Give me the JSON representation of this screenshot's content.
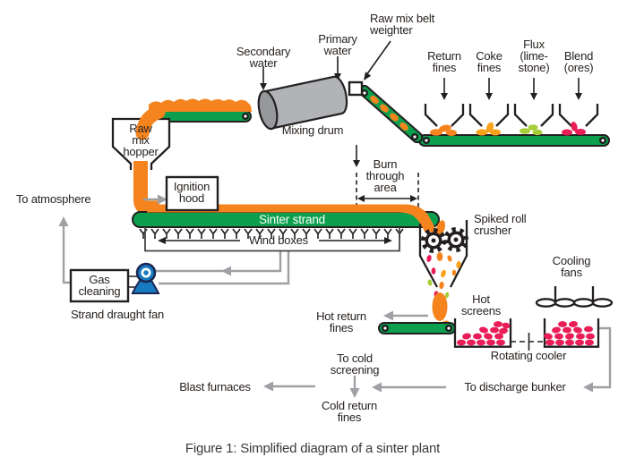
{
  "labels": {
    "secondary_water": "Secondary\nwater",
    "primary_water": "Primary\nwater",
    "raw_mix_belt_weighter": "Raw mix belt\nweighter",
    "mixing_drum": "Mixing drum",
    "return_fines": "Return\nfines",
    "coke_fines": "Coke\nfines",
    "flux_limestone": "Flux\n(lime-\nstone)",
    "blend_ores": "Blend\n(ores)",
    "raw_mix_hopper": "Raw\nmix\nhopper",
    "to_atmosphere": "To atmosphere",
    "ignition_hood": "Ignition\nhood",
    "sinter_strand": "Sinter strand",
    "burn_through_area": "Burn\nthrough\narea",
    "wind_boxes": "Wind boxes",
    "spiked_roll_crusher": "Spiked roll\ncrusher",
    "gas_cleaning": "Gas\ncleaning",
    "strand_draught_fan": "Strand draught fan",
    "cooling_fans": "Cooling\nfans",
    "hot_screens": "Hot\nscreens",
    "hot_return_fines": "Hot return\nfines",
    "rotating_cooler": "Rotating cooler",
    "to_cold_screening": "To cold\nscreening",
    "cold_return_fines": "Cold return\nfines",
    "blast_furnaces": "Blast furnaces",
    "to_discharge_bunker": "To discharge bunker",
    "caption": "Figure 1: Simplified diagram of a sinter plant"
  },
  "colors": {
    "belt_green": "#0CA04E",
    "material_orange": "#F5841F",
    "coke_yellow": "#F9A11B",
    "flux_green": "#A6CE39",
    "ore_crimson": "#EA1D57",
    "drum_gray": "#B1B3B6",
    "drum_face_gray": "#96989B",
    "fan_blue": "#1779BF",
    "fan_outline": "#1B2653",
    "pipe_gray": "#9EA0A3",
    "outline_dark": "#231F20",
    "text_dark": "#27221F"
  },
  "decor": {
    "wind_box_glyphs": 23
  }
}
